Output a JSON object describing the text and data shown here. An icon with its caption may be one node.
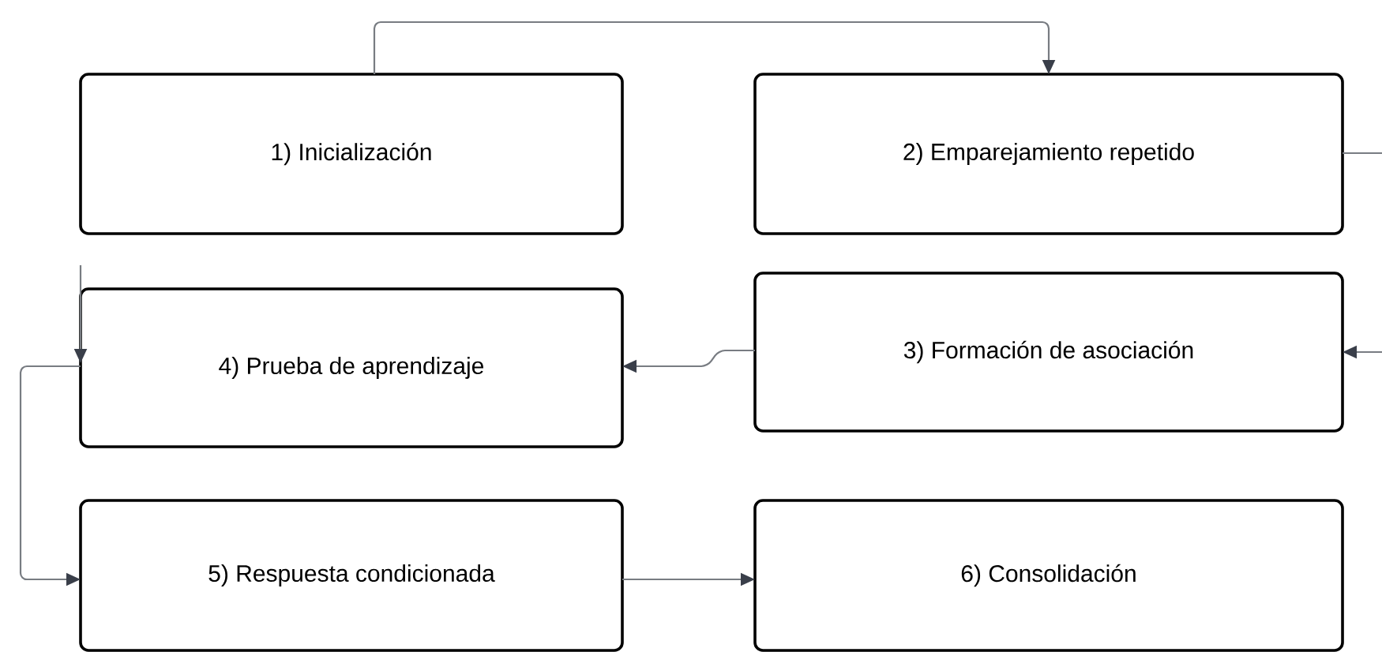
{
  "diagram": {
    "nodes": [
      {
        "text": [
          "1) Inicialización"
        ]
      },
      {
        "text": [
          "2) Emparejamiento repetido"
        ]
      },
      {
        "text": [
          "3) Formación de asociación"
        ]
      },
      {
        "text": [
          "4) Prueba de aprendizaje"
        ]
      },
      {
        "text": [
          "5) Respuesta condicionada"
        ]
      },
      {
        "text": [
          "6) Consolidación"
        ]
      }
    ],
    "edges": [
      {
        "from": 0,
        "to": 1,
        "arrow": "to"
      },
      {
        "from": 1,
        "to": 2,
        "arrow": "to"
      },
      {
        "from": 2,
        "to": 3,
        "arrow": "to"
      },
      {
        "from": null,
        "to": 3,
        "arrow": "to"
      },
      {
        "from": 3,
        "to": 4,
        "arrow": "to"
      },
      {
        "from": 4,
        "to": 5,
        "arrow": "to"
      }
    ]
  }
}
